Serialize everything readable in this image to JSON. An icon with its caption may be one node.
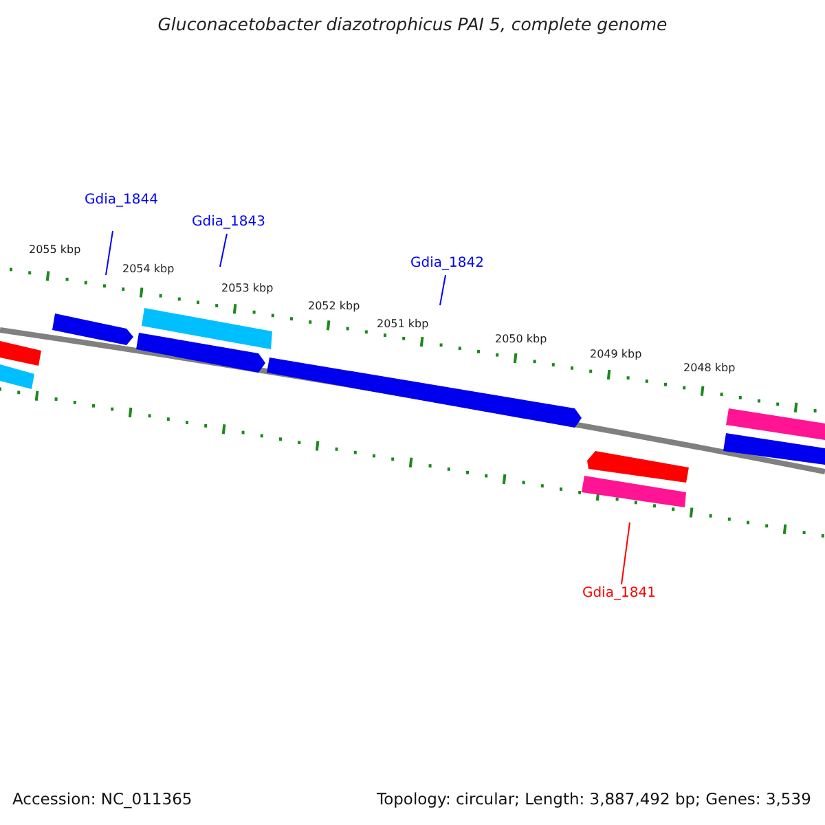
{
  "diagram": {
    "title": "Gluconacetobacter diazotrophicus PAI 5, complete genome",
    "nodes": [
      {
        "text": [
          "Gdia_1844"
        ]
      },
      {
        "text": [
          "Gdia_1843"
        ]
      },
      {
        "text": [
          "Gdia_1842"
        ]
      },
      {
        "text": [
          "Gdia_1841"
        ]
      }
    ],
    "edges": [
      {
        "from": 0,
        "to": null,
        "arrow": "none"
      },
      {
        "from": 1,
        "to": null,
        "arrow": "none"
      },
      {
        "from": 2,
        "to": null,
        "arrow": "none"
      },
      {
        "from": 3,
        "to": null,
        "arrow": "none",
        "color": "#ff0000"
      }
    ],
    "labels": [
      "2055 kbp",
      "2054 kbp",
      "2053 kbp",
      "2052 kbp",
      "2051 kbp",
      "2050 kbp",
      "2049 kbp",
      "2048 kbp",
      "Accession: NC_011365",
      "Topology: circular; Length: 3,887,492 bp; Genes: 3,539"
    ]
  }
}
